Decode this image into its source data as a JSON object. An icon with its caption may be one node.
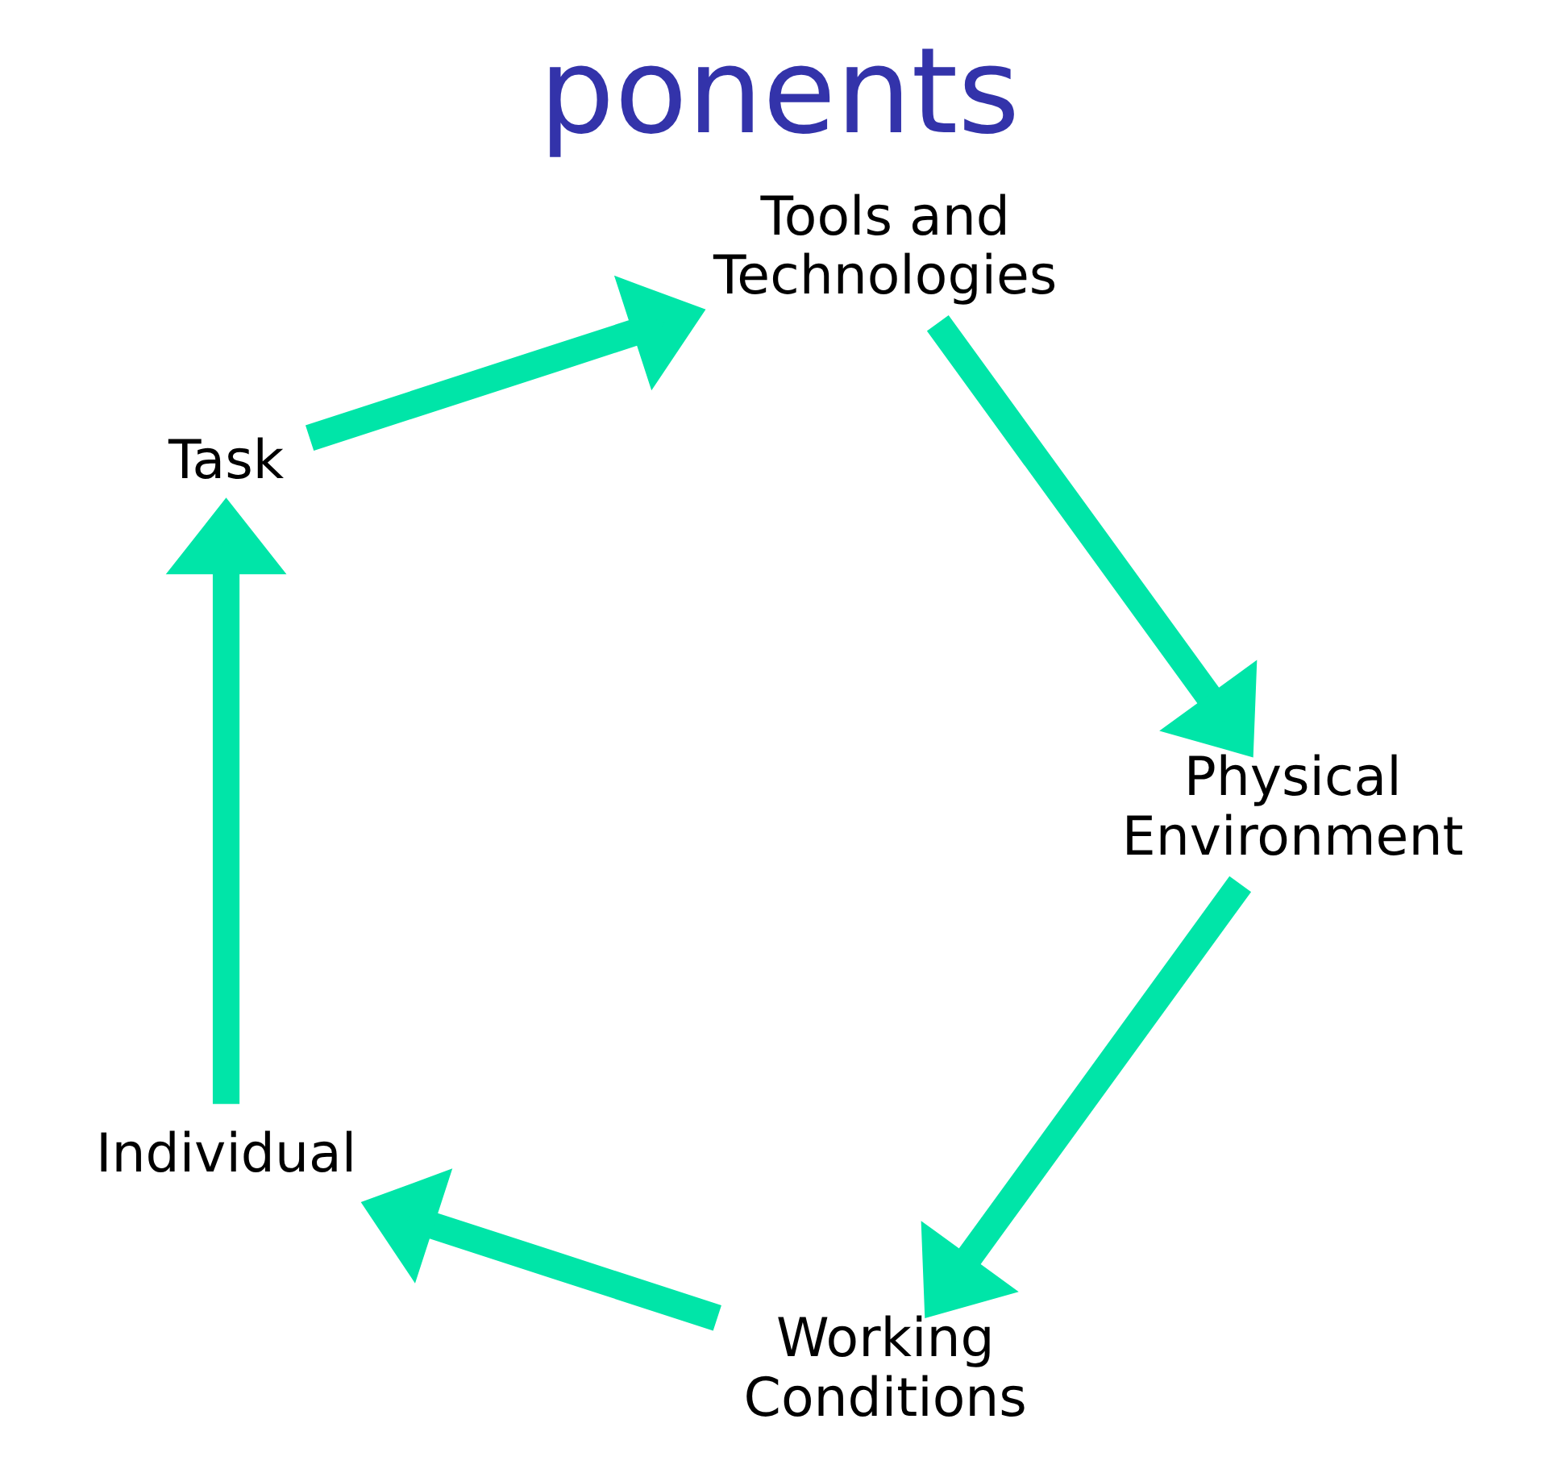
{
  "diagram": {
    "title": "ponents",
    "nodes": [
      {
        "text": [
          "Working Conditions"
        ]
      },
      {
        "text": [
          "Individual"
        ]
      },
      {
        "text": [
          "Task"
        ]
      },
      {
        "text": [
          "Tools and Technologies"
        ]
      },
      {
        "text": [
          "Physical Environment"
        ]
      }
    ],
    "edges": [
      {
        "from": 0,
        "to": 1,
        "arrow": "to"
      },
      {
        "from": 1,
        "to": 2,
        "arrow": "to"
      },
      {
        "from": 2,
        "to": 3,
        "arrow": "to"
      },
      {
        "from": 3,
        "to": 4,
        "arrow": "to"
      },
      {
        "from": 4,
        "to": 0,
        "arrow": "to"
      }
    ]
  }
}
